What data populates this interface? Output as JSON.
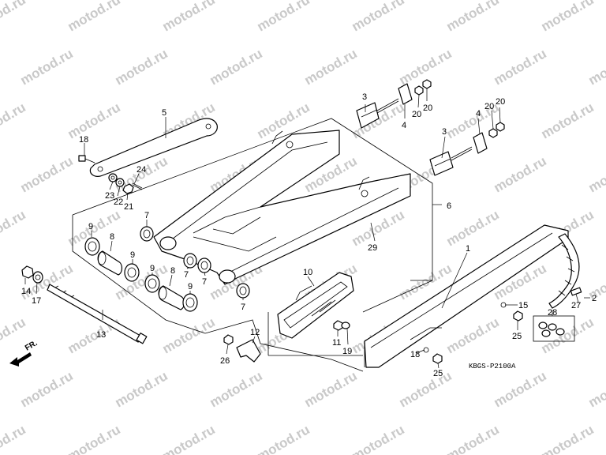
{
  "watermark_text": "motod.ru",
  "diagram_code": "KBGS-P2100A",
  "direction_label": "FR.",
  "callouts": {
    "c1": "1",
    "c2": "2",
    "c3a": "3",
    "c3b": "3",
    "c4a": "4",
    "c4b": "4",
    "c5": "5",
    "c6": "6",
    "c7a": "7",
    "c7b": "7",
    "c7c": "7",
    "c7d": "7",
    "c8a": "8",
    "c8b": "8",
    "c9a": "9",
    "c9b": "9",
    "c9c": "9",
    "c9d": "9",
    "c10": "10",
    "c11": "11",
    "c12": "12",
    "c13": "13",
    "c14": "14",
    "c15": "15",
    "c17": "17",
    "c18a": "18",
    "c18b": "18",
    "c19": "19",
    "c20a": "20",
    "c20b": "20",
    "c20c": "20",
    "c20d": "20",
    "c21": "21",
    "c22": "22",
    "c23": "23",
    "c24": "24",
    "c25a": "25",
    "c25b": "25",
    "c26": "26",
    "c27": "27",
    "c28": "28",
    "c29": "29"
  }
}
